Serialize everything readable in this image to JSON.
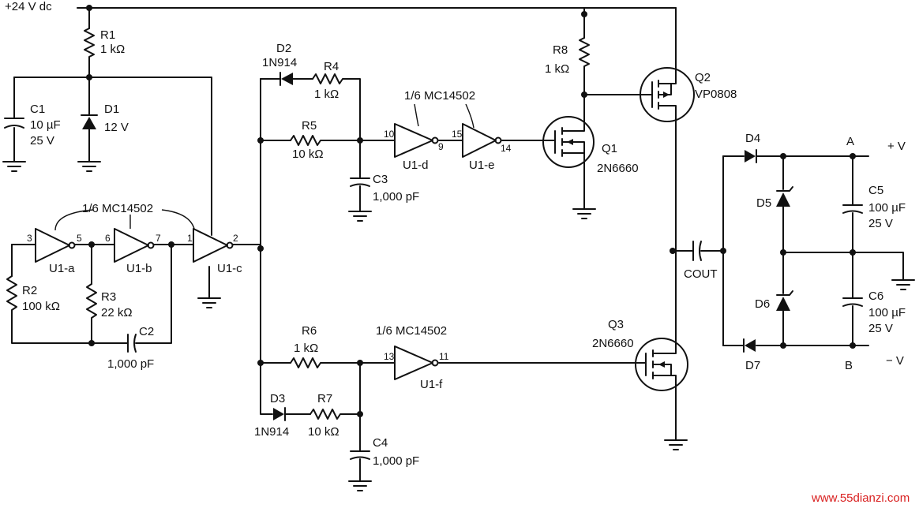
{
  "supply": "+24 V dc",
  "components": {
    "r1": {
      "ref": "R1",
      "value": "1 kΩ"
    },
    "c1": {
      "ref": "C1",
      "value": "10 µF",
      "rating": "25 V"
    },
    "d1": {
      "ref": "D1",
      "value": "12 V"
    },
    "d2": {
      "ref": "D2",
      "value": "1N914"
    },
    "r4": {
      "ref": "R4",
      "value": "1 kΩ"
    },
    "r5": {
      "ref": "R5",
      "value": "10 kΩ"
    },
    "c3": {
      "ref": "C3",
      "value": "1,000 pF"
    },
    "r8": {
      "ref": "R8",
      "value": "1 kΩ"
    },
    "q2": {
      "ref": "Q2",
      "value": "VP0808"
    },
    "q1": {
      "ref": "Q1",
      "value": "2N6660"
    },
    "q3": {
      "ref": "Q3",
      "value": "2N6660"
    },
    "r2": {
      "ref": "R2",
      "value": "100 kΩ"
    },
    "r3": {
      "ref": "R3",
      "value": "22 kΩ"
    },
    "c2": {
      "ref": "C2",
      "value": "1,000 pF"
    },
    "r6": {
      "ref": "R6",
      "value": "1 kΩ"
    },
    "d3": {
      "ref": "D3",
      "value": "1N914"
    },
    "r7": {
      "ref": "R7",
      "value": "10 kΩ"
    },
    "c4": {
      "ref": "C4",
      "value": "1,000 pF"
    },
    "cout": {
      "ref": "COUT"
    },
    "d4": {
      "ref": "D4"
    },
    "d5": {
      "ref": "D5"
    },
    "d6": {
      "ref": "D6"
    },
    "d7": {
      "ref": "D7"
    },
    "c5": {
      "ref": "C5",
      "value": "100 µF",
      "rating": "25 V"
    },
    "c6": {
      "ref": "C6",
      "value": "100 µF",
      "rating": "25 V"
    }
  },
  "ic": {
    "part_top_left": "1/6 MC14502",
    "part_top_mid": "1/6 MC14502",
    "part_bottom": "1/6 MC14502",
    "u1a": "U1-a",
    "u1b": "U1-b",
    "u1c": "U1-c",
    "u1d": "U1-d",
    "u1e": "U1-e",
    "u1f": "U1-f",
    "pins": {
      "u1a_in": "3",
      "u1a_out": "5",
      "u1b_in": "6",
      "u1b_out": "7",
      "u1c_in": "1",
      "u1c_out": "2",
      "u1d_in": "10",
      "u1d_out": "9",
      "u1e_in": "15",
      "u1e_out": "14",
      "u1f_in": "13",
      "u1f_out": "11"
    }
  },
  "outputs": {
    "node_a": "A",
    "node_b": "B",
    "pos": "+ V",
    "neg": "− V"
  },
  "watermark": "www.55dianzi.com"
}
